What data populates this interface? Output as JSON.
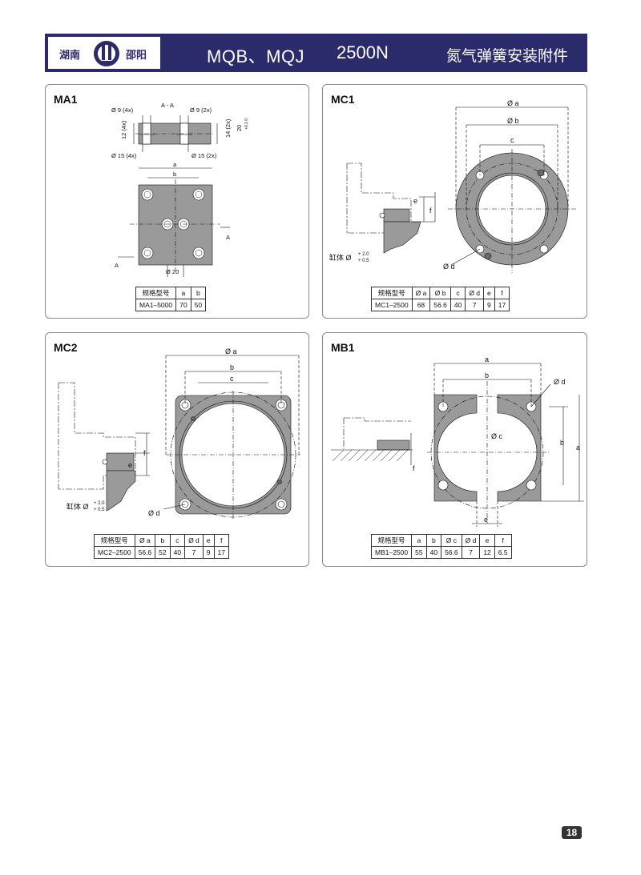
{
  "header": {
    "logo_left": "湖南",
    "logo_right": "邵阳",
    "model": "MQB、MQJ",
    "force": "2500N",
    "title": "氮气弹簧安装附件"
  },
  "panels": {
    "ma1": {
      "title": "MA1",
      "section_label": "A - A",
      "dim_d9_4x": "Ø 9 (4x)",
      "dim_d9_2x": "Ø 9 (2x)",
      "dim_12_4x": "12 (4x)",
      "dim_14_2x": "14 (2x)",
      "dim_20": "20",
      "dim_20_tol": "+0.1 0",
      "dim_d15_4x": "Ø 15 (4x)",
      "dim_d15_2x": "Ø 15 (2x)",
      "dim_a": "a",
      "dim_b": "b",
      "dim_d20": "Ø 20",
      "cut_mark": "A",
      "table": {
        "headers": [
          "规格型号",
          "a",
          "b"
        ],
        "rows": [
          [
            "MA1–5000",
            "70",
            "50"
          ]
        ]
      }
    },
    "mc1": {
      "title": "MC1",
      "dim_a": "Ø a",
      "dim_b": "Ø b",
      "dim_c": "c",
      "dim_e": "e",
      "dim_f": "f",
      "dim_d": "Ø d",
      "cyl_label": "缸体 Ø",
      "tol_plus": "+ 2.0",
      "tol_minus": "+ 0.5",
      "table": {
        "headers": [
          "规格型号",
          "Ø a",
          "Ø b",
          "c",
          "Ø d",
          "e",
          "f"
        ],
        "rows": [
          [
            "MC1–2500",
            "68",
            "56.6",
            "40",
            "7",
            "9",
            "17"
          ]
        ]
      }
    },
    "mc2": {
      "title": "MC2",
      "dim_a": "Ø a",
      "dim_b": "b",
      "dim_c": "c",
      "dim_e": "e",
      "dim_f": "f",
      "dim_d": "Ø d",
      "cyl_label": "缸体 Ø",
      "tol_plus": "+ 2.0",
      "tol_minus": "+ 0.5",
      "table": {
        "headers": [
          "规格型号",
          "Ø a",
          "b",
          "c",
          "Ø d",
          "e",
          "f"
        ],
        "rows": [
          [
            "MC2–2500",
            "56.6",
            "52",
            "40",
            "7",
            "9",
            "17"
          ]
        ]
      }
    },
    "mb1": {
      "title": "MB1",
      "dim_a": "a",
      "dim_b": "b",
      "dim_c": "Ø c",
      "dim_d": "Ø d",
      "dim_e": "e",
      "dim_f": "f",
      "table": {
        "headers": [
          "规格型号",
          "a",
          "b",
          "Ø c",
          "Ø d",
          "e",
          "f"
        ],
        "rows": [
          [
            "MB1–2500",
            "55",
            "40",
            "56.6",
            "7",
            "12",
            "6.5"
          ]
        ]
      }
    }
  },
  "page_number": "18",
  "colors": {
    "header_bg": "#2b2a6b",
    "part_fill": "#8f8f8f",
    "line": "#111111"
  }
}
